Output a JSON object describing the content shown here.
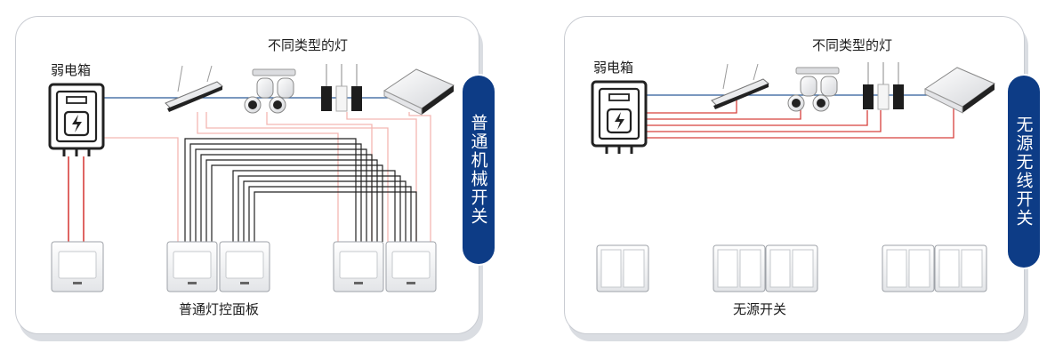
{
  "left_panel": {
    "box_label": "弱电箱",
    "lights_label": "不同类型的灯",
    "tab_label": "普通机械开关",
    "panel_label": "普通灯控面板"
  },
  "right_panel": {
    "box_label": "弱电箱",
    "lights_label": "不同类型的灯",
    "tab_label": "无源无线开关",
    "panel_label": "无源开关"
  },
  "colors": {
    "tab_bg": "#0d3c86",
    "mains_wire": "#2a5b99",
    "live_wire": "#d7403c",
    "light_pink_wire": "#f3b7b2",
    "control_wire": "#222222"
  }
}
